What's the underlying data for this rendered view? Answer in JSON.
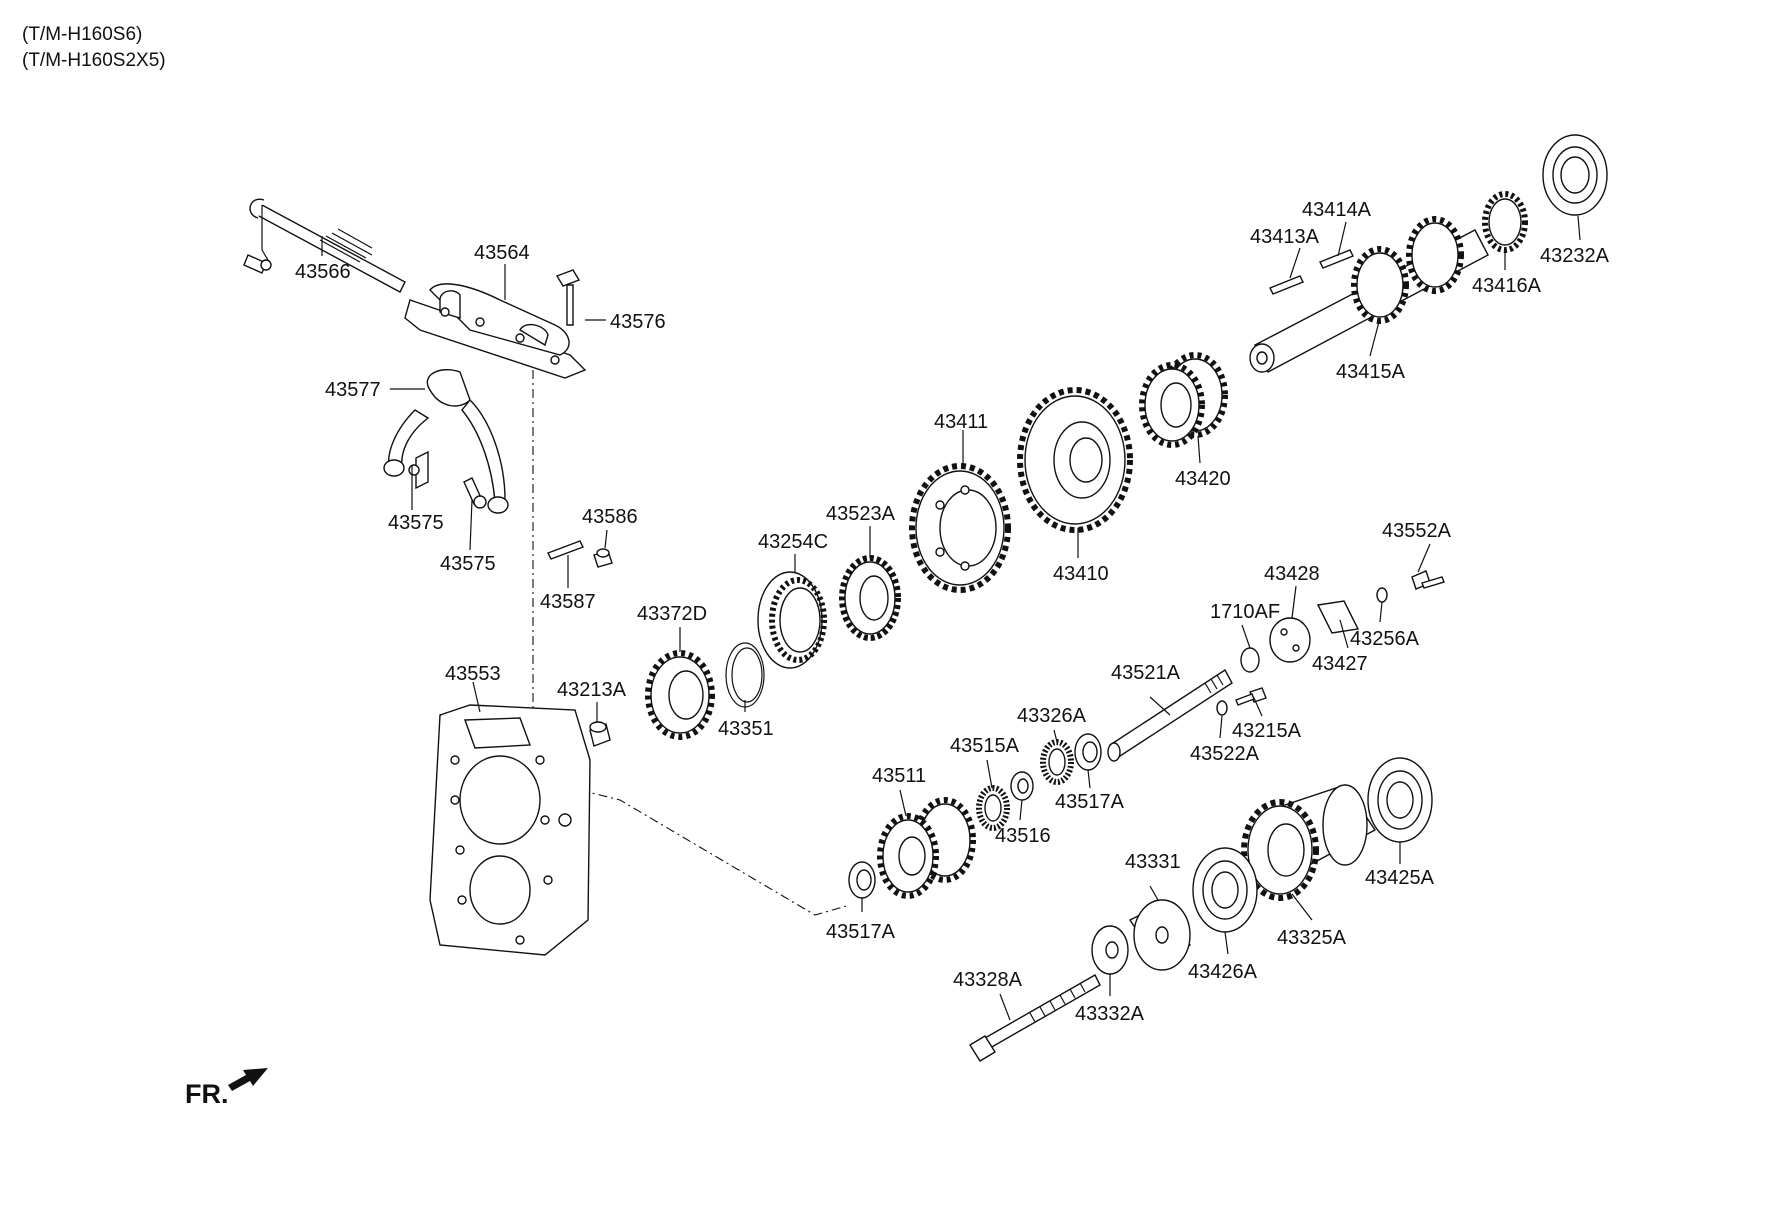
{
  "header": {
    "line1": "(T/M-H160S6)",
    "line2": "(T/M-H160S2X5)"
  },
  "direction_marker": {
    "label": "FR.",
    "icon": "arrow-front-icon"
  },
  "parts": [
    {
      "id": "p43566",
      "label": "43566"
    },
    {
      "id": "p43564",
      "label": "43564"
    },
    {
      "id": "p43576",
      "label": "43576"
    },
    {
      "id": "p43577",
      "label": "43577"
    },
    {
      "id": "p43575a",
      "label": "43575"
    },
    {
      "id": "p43575b",
      "label": "43575"
    },
    {
      "id": "p43586",
      "label": "43586"
    },
    {
      "id": "p43587",
      "label": "43587"
    },
    {
      "id": "p43553",
      "label": "43553"
    },
    {
      "id": "p43213A",
      "label": "43213A"
    },
    {
      "id": "p43372D",
      "label": "43372D"
    },
    {
      "id": "p43351",
      "label": "43351"
    },
    {
      "id": "p43254C",
      "label": "43254C"
    },
    {
      "id": "p43523A",
      "label": "43523A"
    },
    {
      "id": "p43411",
      "label": "43411"
    },
    {
      "id": "p43410",
      "label": "43410"
    },
    {
      "id": "p43420",
      "label": "43420"
    },
    {
      "id": "p43413A",
      "label": "43413A"
    },
    {
      "id": "p43414A",
      "label": "43414A"
    },
    {
      "id": "p43415A",
      "label": "43415A"
    },
    {
      "id": "p43416A",
      "label": "43416A"
    },
    {
      "id": "p43232A",
      "label": "43232A"
    },
    {
      "id": "p43552A",
      "label": "43552A"
    },
    {
      "id": "p43428",
      "label": "43428"
    },
    {
      "id": "p1710AF",
      "label": "1710AF"
    },
    {
      "id": "p43256A",
      "label": "43256A"
    },
    {
      "id": "p43427",
      "label": "43427"
    },
    {
      "id": "p43521A",
      "label": "43521A"
    },
    {
      "id": "p43215A",
      "label": "43215A"
    },
    {
      "id": "p43522A",
      "label": "43522A"
    },
    {
      "id": "p43326A",
      "label": "43326A"
    },
    {
      "id": "p43515A",
      "label": "43515A"
    },
    {
      "id": "p43517A_top",
      "label": "43517A"
    },
    {
      "id": "p43516",
      "label": "43516"
    },
    {
      "id": "p43511",
      "label": "43511"
    },
    {
      "id": "p43517A_bot",
      "label": "43517A"
    },
    {
      "id": "p43331",
      "label": "43331"
    },
    {
      "id": "p43425A",
      "label": "43425A"
    },
    {
      "id": "p43325A",
      "label": "43325A"
    },
    {
      "id": "p43426A",
      "label": "43426A"
    },
    {
      "id": "p43328A",
      "label": "43328A"
    },
    {
      "id": "p43332A",
      "label": "43332A"
    }
  ]
}
